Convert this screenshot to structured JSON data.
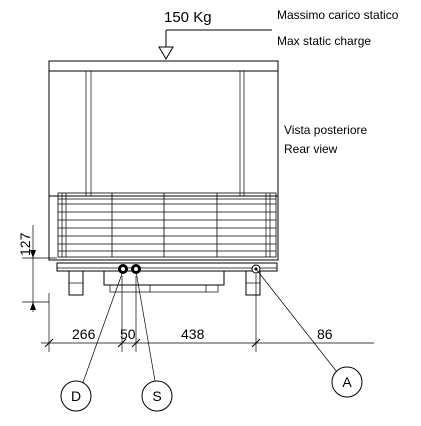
{
  "load": {
    "value": "150 Kg",
    "label_it": "Massimo carico statico",
    "label_en": "Max static charge"
  },
  "view": {
    "label_it": "Vista posteriore",
    "label_en": "Rear view"
  },
  "dimensions": {
    "height": "127",
    "d1": "266",
    "d2": "50",
    "d3": "438",
    "d4": "86"
  },
  "callouts": {
    "d": "D",
    "s": "S",
    "a": "A"
  }
}
